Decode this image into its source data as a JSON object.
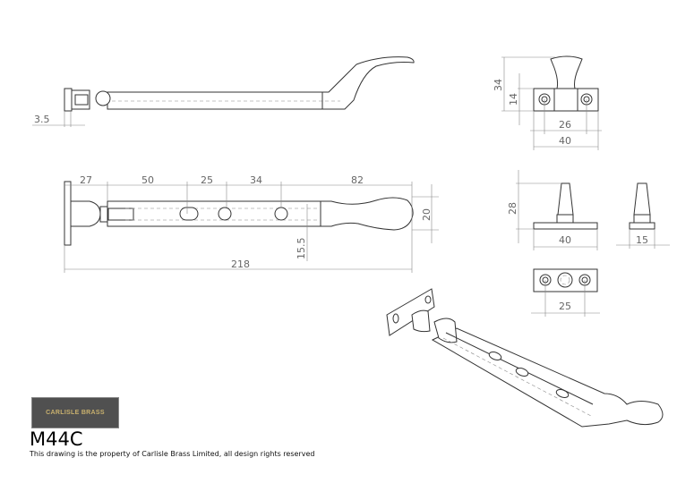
{
  "drawing": {
    "brand": "CARLISLE BRASS",
    "product_code": "M44C",
    "copyright_note": "This drawing is the property of Carlisle Brass Limited, all design rights reserved"
  },
  "dimensions": {
    "side_view": {
      "plate_thickness": "3.5"
    },
    "front_view": {
      "stay_offset": "27",
      "hole_1": "50",
      "hole_2": "25",
      "hole_3": "34",
      "handle": "82",
      "overall_length": "218",
      "bar_height": "15.5",
      "handle_width": "20"
    },
    "bracket_top": {
      "height": "34",
      "base_height": "14",
      "hole_centres": "26",
      "width": "40"
    },
    "pin_front": {
      "height": "28",
      "width": "40"
    },
    "pin_side": {
      "width": "15"
    },
    "pin_bottom": {
      "hole_centres": "25"
    }
  }
}
